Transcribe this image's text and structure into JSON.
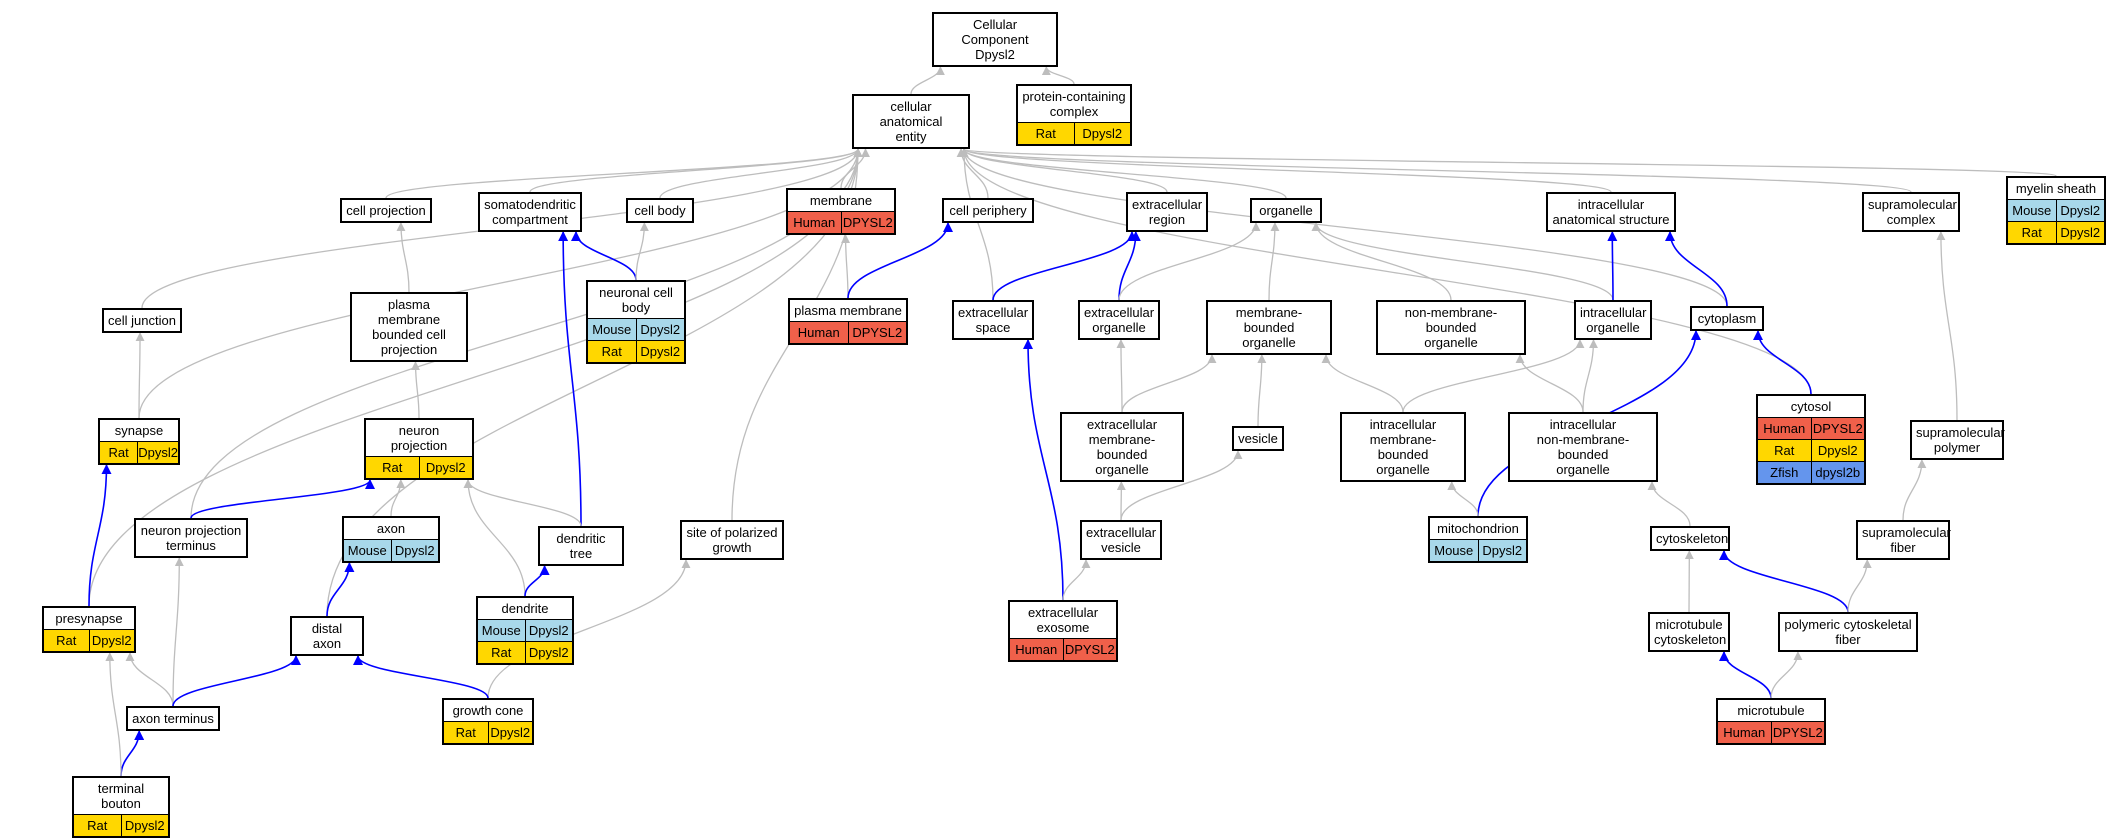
{
  "colors": {
    "gray_edge": "#bdbdbd",
    "blue_edge": "#0000ff",
    "human": "#f0604a",
    "mouse": "#a8d8ea",
    "rat": "#ffd700",
    "zfish": "#6495ed"
  },
  "species_colors": {
    "Human": "#f0604a",
    "Mouse": "#a8d8ea",
    "Rat": "#ffd700",
    "Zfish": "#6495ed"
  },
  "nodes": {
    "root": {
      "lines": [
        "Cellular Component",
        "Dpysl2"
      ]
    },
    "cae": {
      "lines": [
        "cellular anatomical",
        "entity"
      ]
    },
    "pcc": {
      "lines": [
        "protein-containing",
        "complex"
      ],
      "ann": [
        [
          "Rat",
          "Dpysl2"
        ]
      ]
    },
    "membrane": {
      "lines": [
        "membrane"
      ],
      "ann": [
        [
          "Human",
          "DPYSL2"
        ]
      ]
    },
    "cellproj": {
      "lines": [
        "cell projection"
      ]
    },
    "somato": {
      "lines": [
        "somatodendritic",
        "compartment"
      ]
    },
    "cellbody": {
      "lines": [
        "cell body"
      ]
    },
    "periphery": {
      "lines": [
        "cell periphery"
      ]
    },
    "extregion": {
      "lines": [
        "extracellular",
        "region"
      ]
    },
    "organelle": {
      "lines": [
        "organelle"
      ]
    },
    "ias": {
      "lines": [
        "intracellular",
        "anatomical structure"
      ]
    },
    "supracomplex": {
      "lines": [
        "supramolecular",
        "complex"
      ]
    },
    "myelin": {
      "lines": [
        "myelin sheath"
      ],
      "ann": [
        [
          "Mouse",
          "Dpysl2"
        ],
        [
          "Rat",
          "Dpysl2"
        ]
      ]
    },
    "celljunction": {
      "lines": [
        "cell junction"
      ]
    },
    "pmbcp": {
      "lines": [
        "plasma membrane",
        "bounded cell",
        "projection"
      ]
    },
    "ncb": {
      "lines": [
        "neuronal cell",
        "body"
      ],
      "ann": [
        [
          "Mouse",
          "Dpysl2"
        ],
        [
          "Rat",
          "Dpysl2"
        ]
      ]
    },
    "plasmamem": {
      "lines": [
        "plasma membrane"
      ],
      "ann": [
        [
          "Human",
          "DPYSL2"
        ]
      ]
    },
    "extspace": {
      "lines": [
        "extracellular",
        "space"
      ]
    },
    "extorg": {
      "lines": [
        "extracellular",
        "organelle"
      ]
    },
    "mbo": {
      "lines": [
        "membrane-bounded",
        "organelle"
      ]
    },
    "nmbo": {
      "lines": [
        "non-membrane-bounded",
        "organelle"
      ]
    },
    "intorg": {
      "lines": [
        "intracellular",
        "organelle"
      ]
    },
    "cytoplasm": {
      "lines": [
        "cytoplasm"
      ]
    },
    "synapse": {
      "lines": [
        "synapse"
      ],
      "ann": [
        [
          "Rat",
          "Dpysl2"
        ]
      ]
    },
    "neuronproj": {
      "lines": [
        "neuron projection"
      ],
      "ann": [
        [
          "Rat",
          "Dpysl2"
        ]
      ]
    },
    "embo": {
      "lines": [
        "extracellular",
        "membrane-bounded",
        "organelle"
      ]
    },
    "vesicle": {
      "lines": [
        "vesicle"
      ]
    },
    "imbo": {
      "lines": [
        "intracellular",
        "membrane-bounded",
        "organelle"
      ]
    },
    "inmbo": {
      "lines": [
        "intracellular",
        "non-membrane-bounded",
        "organelle"
      ]
    },
    "cytosol": {
      "lines": [
        "cytosol"
      ],
      "ann": [
        [
          "Human",
          "DPYSL2"
        ],
        [
          "Rat",
          "Dpysl2"
        ],
        [
          "Zfish",
          "dpysl2b"
        ]
      ]
    },
    "suprapolymer": {
      "lines": [
        "supramolecular",
        "polymer"
      ]
    },
    "npt": {
      "lines": [
        "neuron projection",
        "terminus"
      ]
    },
    "axon": {
      "lines": [
        "axon"
      ],
      "ann": [
        [
          "Mouse",
          "Dpysl2"
        ]
      ]
    },
    "dendtree": {
      "lines": [
        "dendritic tree"
      ]
    },
    "spg": {
      "lines": [
        "site of polarized",
        "growth"
      ]
    },
    "extvesicle": {
      "lines": [
        "extracellular",
        "vesicle"
      ]
    },
    "mito": {
      "lines": [
        "mitochondrion"
      ],
      "ann": [
        [
          "Mouse",
          "Dpysl2"
        ]
      ]
    },
    "cytoskeleton": {
      "lines": [
        "cytoskeleton"
      ]
    },
    "suprafiber": {
      "lines": [
        "supramolecular",
        "fiber"
      ]
    },
    "presynapse": {
      "lines": [
        "presynapse"
      ],
      "ann": [
        [
          "Rat",
          "Dpysl2"
        ]
      ]
    },
    "distalaxon": {
      "lines": [
        "distal axon"
      ]
    },
    "dendrite": {
      "lines": [
        "dendrite"
      ],
      "ann": [
        [
          "Mouse",
          "Dpysl2"
        ],
        [
          "Rat",
          "Dpysl2"
        ]
      ]
    },
    "exosome": {
      "lines": [
        "extracellular",
        "exosome"
      ],
      "ann": [
        [
          "Human",
          "DPYSL2"
        ]
      ]
    },
    "mtcyto": {
      "lines": [
        "microtubule",
        "cytoskeleton"
      ]
    },
    "pcf": {
      "lines": [
        "polymeric cytoskeletal",
        "fiber"
      ]
    },
    "axonterm": {
      "lines": [
        "axon terminus"
      ]
    },
    "growthcone": {
      "lines": [
        "growth cone"
      ],
      "ann": [
        [
          "Rat",
          "Dpysl2"
        ]
      ]
    },
    "microtubule": {
      "lines": [
        "microtubule"
      ],
      "ann": [
        [
          "Human",
          "DPYSL2"
        ]
      ]
    },
    "terminalbouton": {
      "lines": [
        "terminal bouton"
      ],
      "ann": [
        [
          "Rat",
          "Dpysl2"
        ]
      ]
    }
  },
  "edges": [
    {
      "from": "cae",
      "to": "root",
      "color": "gray"
    },
    {
      "from": "pcc",
      "to": "root",
      "color": "gray"
    },
    {
      "from": "membrane",
      "to": "cae",
      "color": "gray"
    },
    {
      "from": "cellproj",
      "to": "cae",
      "color": "gray"
    },
    {
      "from": "somato",
      "to": "cae",
      "color": "gray"
    },
    {
      "from": "cellbody",
      "to": "cae",
      "color": "gray"
    },
    {
      "from": "periphery",
      "to": "cae",
      "color": "gray"
    },
    {
      "from": "extregion",
      "to": "cae",
      "color": "gray"
    },
    {
      "from": "organelle",
      "to": "cae",
      "color": "gray"
    },
    {
      "from": "ias",
      "to": "cae",
      "color": "gray"
    },
    {
      "from": "supracomplex",
      "to": "cae",
      "color": "gray"
    },
    {
      "from": "myelin",
      "to": "cae",
      "color": "gray"
    },
    {
      "from": "celljunction",
      "to": "cae",
      "color": "gray"
    },
    {
      "from": "synapse",
      "to": "cae",
      "color": "gray"
    },
    {
      "from": "npt",
      "to": "cae",
      "color": "gray"
    },
    {
      "from": "distalaxon",
      "to": "cae",
      "color": "gray"
    },
    {
      "from": "spg",
      "to": "cae",
      "color": "gray"
    },
    {
      "from": "extspace",
      "to": "cae",
      "color": "gray"
    },
    {
      "from": "cytoplasm",
      "to": "cae",
      "color": "gray"
    },
    {
      "from": "cytosol",
      "to": "cae",
      "color": "gray"
    },
    {
      "from": "presynapse",
      "to": "cae",
      "color": "gray"
    },
    {
      "from": "pmbcp",
      "to": "cellproj",
      "color": "gray"
    },
    {
      "from": "ncb",
      "to": "somato",
      "color": "blue"
    },
    {
      "from": "dendtree",
      "to": "somato",
      "color": "blue"
    },
    {
      "from": "ncb",
      "to": "cellbody",
      "color": "gray"
    },
    {
      "from": "plasmamem",
      "to": "membrane",
      "color": "gray"
    },
    {
      "from": "plasmamem",
      "to": "periphery",
      "color": "blue"
    },
    {
      "from": "extspace",
      "to": "extregion",
      "color": "blue"
    },
    {
      "from": "extorg",
      "to": "extregion",
      "color": "blue"
    },
    {
      "from": "extorg",
      "to": "organelle",
      "color": "gray"
    },
    {
      "from": "mbo",
      "to": "organelle",
      "color": "gray"
    },
    {
      "from": "nmbo",
      "to": "organelle",
      "color": "gray"
    },
    {
      "from": "intorg",
      "to": "organelle",
      "color": "gray"
    },
    {
      "from": "intorg",
      "to": "ias",
      "color": "blue"
    },
    {
      "from": "cytoplasm",
      "to": "ias",
      "color": "blue"
    },
    {
      "from": "suprapolymer",
      "to": "supracomplex",
      "color": "gray"
    },
    {
      "from": "synapse",
      "to": "celljunction",
      "color": "gray"
    },
    {
      "from": "neuronproj",
      "to": "pmbcp",
      "color": "gray"
    },
    {
      "from": "exosome",
      "to": "extspace",
      "color": "blue"
    },
    {
      "from": "embo",
      "to": "extorg",
      "color": "gray"
    },
    {
      "from": "embo",
      "to": "mbo",
      "color": "gray"
    },
    {
      "from": "vesicle",
      "to": "mbo",
      "color": "gray"
    },
    {
      "from": "imbo",
      "to": "mbo",
      "color": "gray"
    },
    {
      "from": "inmbo",
      "to": "nmbo",
      "color": "gray"
    },
    {
      "from": "imbo",
      "to": "intorg",
      "color": "gray"
    },
    {
      "from": "inmbo",
      "to": "intorg",
      "color": "gray"
    },
    {
      "from": "cytosol",
      "to": "cytoplasm",
      "color": "blue"
    },
    {
      "from": "mito",
      "to": "cytoplasm",
      "color": "blue"
    },
    {
      "from": "presynapse",
      "to": "synapse",
      "color": "blue"
    },
    {
      "from": "npt",
      "to": "neuronproj",
      "color": "blue"
    },
    {
      "from": "axon",
      "to": "neuronproj",
      "color": "gray"
    },
    {
      "from": "dendtree",
      "to": "neuronproj",
      "color": "gray"
    },
    {
      "from": "dendrite",
      "to": "neuronproj",
      "color": "gray"
    },
    {
      "from": "extvesicle",
      "to": "embo",
      "color": "gray"
    },
    {
      "from": "extvesicle",
      "to": "vesicle",
      "color": "gray"
    },
    {
      "from": "mito",
      "to": "imbo",
      "color": "gray"
    },
    {
      "from": "cytoskeleton",
      "to": "inmbo",
      "color": "gray"
    },
    {
      "from": "suprafiber",
      "to": "suprapolymer",
      "color": "gray"
    },
    {
      "from": "axonterm",
      "to": "npt",
      "color": "gray"
    },
    {
      "from": "distalaxon",
      "to": "axon",
      "color": "blue"
    },
    {
      "from": "dendrite",
      "to": "dendtree",
      "color": "blue"
    },
    {
      "from": "growthcone",
      "to": "spg",
      "color": "gray"
    },
    {
      "from": "exosome",
      "to": "extvesicle",
      "color": "gray"
    },
    {
      "from": "mtcyto",
      "to": "cytoskeleton",
      "color": "gray"
    },
    {
      "from": "pcf",
      "to": "cytoskeleton",
      "color": "blue"
    },
    {
      "from": "pcf",
      "to": "suprafiber",
      "color": "gray"
    },
    {
      "from": "axonterm",
      "to": "presynapse",
      "color": "gray"
    },
    {
      "from": "axonterm",
      "to": "distalaxon",
      "color": "blue"
    },
    {
      "from": "growthcone",
      "to": "distalaxon",
      "color": "blue"
    },
    {
      "from": "microtubule",
      "to": "mtcyto",
      "color": "blue"
    },
    {
      "from": "microtubule",
      "to": "pcf",
      "color": "gray"
    },
    {
      "from": "terminalbouton",
      "to": "axonterm",
      "color": "blue"
    },
    {
      "from": "terminalbouton",
      "to": "presynapse",
      "color": "gray"
    }
  ]
}
